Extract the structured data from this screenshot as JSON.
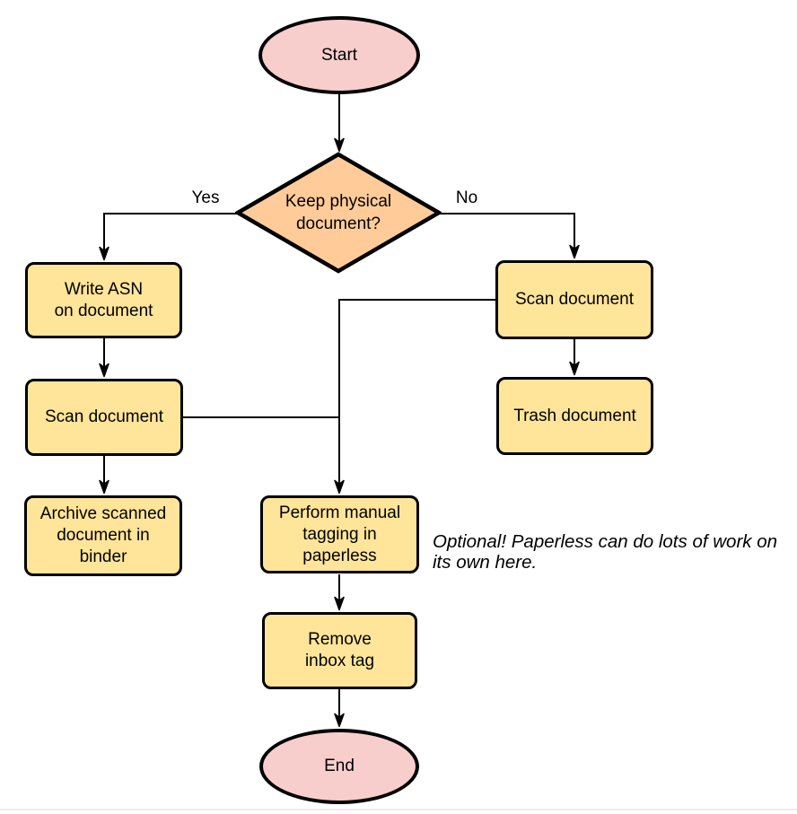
{
  "diagram": {
    "type": "flowchart",
    "nodes": {
      "start": {
        "label": "Start",
        "shape": "ellipse"
      },
      "decision": {
        "label": "Keep physical\ndocument?",
        "shape": "diamond"
      },
      "write_asn": {
        "label": "Write ASN\non document",
        "shape": "rect"
      },
      "scan_left": {
        "label": "Scan document",
        "shape": "rect"
      },
      "archive": {
        "label": "Archive scanned\ndocument in\nbinder",
        "shape": "rect"
      },
      "scan_right": {
        "label": "Scan document",
        "shape": "rect"
      },
      "trash": {
        "label": "Trash document",
        "shape": "rect"
      },
      "tagging": {
        "label": "Perform manual\ntagging in\npaperless",
        "shape": "rect"
      },
      "remove_inbox": {
        "label": "Remove\ninbox tag",
        "shape": "rect"
      },
      "end": {
        "label": "End",
        "shape": "ellipse"
      }
    },
    "edge_labels": {
      "yes": "Yes",
      "no": "No"
    },
    "annotation": "Optional! Paperless can do lots of work on\nits own here.",
    "colors": {
      "terminal_fill": "#f8cecc",
      "decision_fill": "#ffcc99",
      "process_fill": "#ffe599",
      "stroke": "#000000",
      "text": "#000000"
    }
  }
}
